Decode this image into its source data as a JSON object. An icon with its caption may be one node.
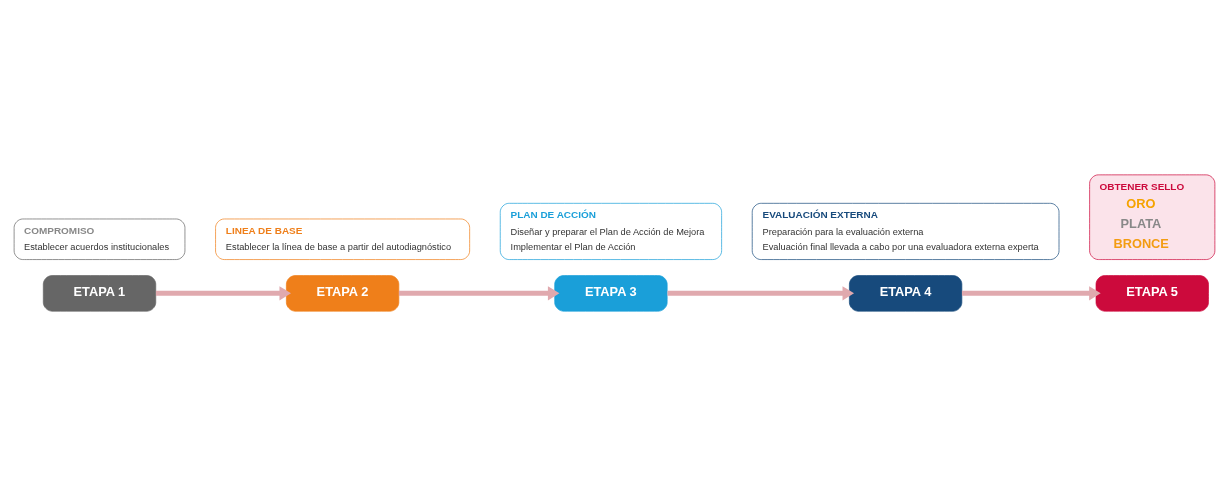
{
  "diagram": {
    "nodes": [
      {
        "text": [
          "ETAPA 1"
        ]
      },
      {
        "text": [
          "COMPROMISO",
          "Establecer acuerdos institucionales"
        ]
      },
      {
        "text": [
          "ETAPA 2"
        ]
      },
      {
        "text": [
          "LINEA DE BASE",
          "Establecer la línea de base a partir del autodiagnóstico"
        ]
      },
      {
        "text": [
          "ETAPA 3"
        ]
      },
      {
        "text": [
          "PLAN DE ACCIÓN",
          "Diseñar y preparar el Plan de Acción de Mejora",
          "Implementar el Plan de Acción"
        ]
      },
      {
        "text": [
          "ETAPA 4"
        ]
      },
      {
        "text": [
          "EVALUACIÓN EXTERNA",
          "Preparación para la evaluación externa",
          "Evaluación final llevada a cabo por una evaluadora externa experta"
        ]
      },
      {
        "text": [
          "ETAPA 5"
        ]
      },
      {
        "text": [
          "OBTENER SELLO",
          "ORO",
          "PLATA",
          "BRONCE"
        ]
      }
    ],
    "edges": [
      {
        "from": 0,
        "to": 2,
        "arrow": "to"
      },
      {
        "from": 2,
        "to": 4,
        "arrow": "to"
      },
      {
        "from": 4,
        "to": 6,
        "arrow": "to"
      },
      {
        "from": 6,
        "to": 8,
        "arrow": "to"
      }
    ]
  }
}
